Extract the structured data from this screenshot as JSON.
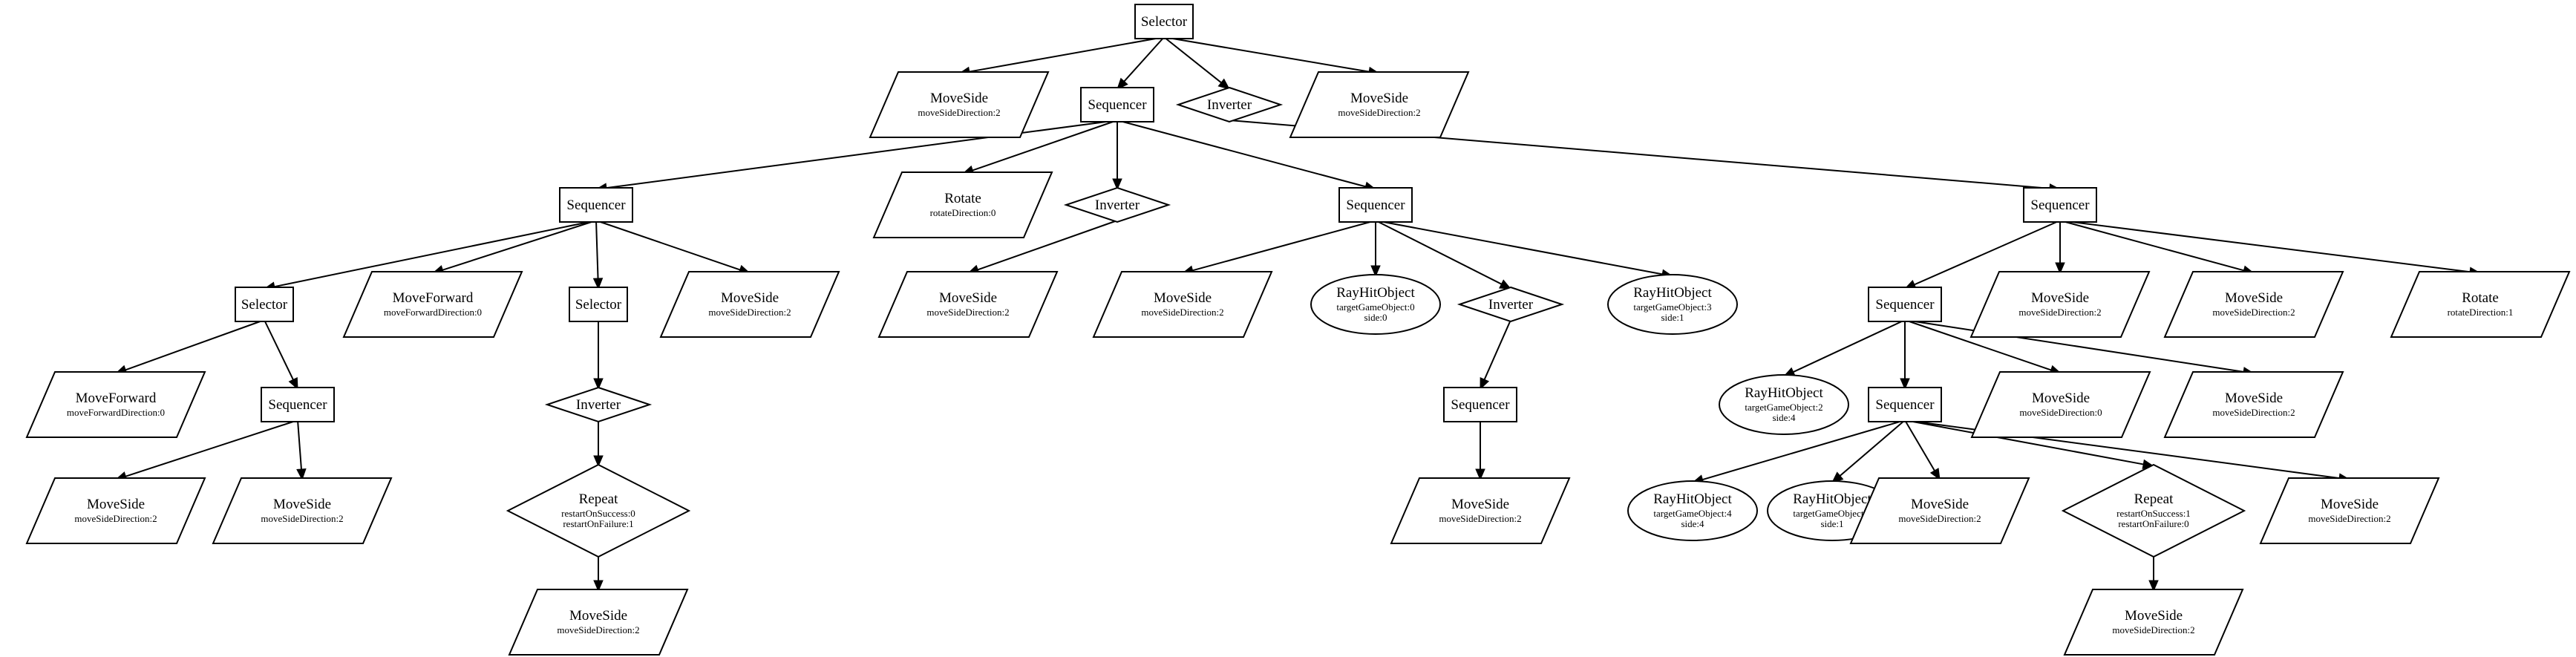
{
  "diagram": {
    "nodes": [
      {
        "id": "n1",
        "label": "Selector",
        "params": []
      },
      {
        "id": "n2",
        "label": "MoveSide",
        "params": [
          "moveSideDirection:2"
        ]
      },
      {
        "id": "n3",
        "label": "Sequencer",
        "params": []
      },
      {
        "id": "n4",
        "label": "Inverter",
        "params": []
      },
      {
        "id": "n5",
        "label": "MoveSide",
        "params": [
          "moveSideDirection:2"
        ]
      },
      {
        "id": "n6",
        "label": "Sequencer",
        "params": []
      },
      {
        "id": "n7",
        "label": "Rotate",
        "params": [
          "rotateDirection:0"
        ]
      },
      {
        "id": "n8",
        "label": "Inverter",
        "params": []
      },
      {
        "id": "n9",
        "label": "Sequencer",
        "params": []
      },
      {
        "id": "n10",
        "label": "Sequencer",
        "params": []
      },
      {
        "id": "n11",
        "label": "Selector",
        "params": []
      },
      {
        "id": "n12",
        "label": "MoveForward",
        "params": [
          "moveForwardDirection:0"
        ]
      },
      {
        "id": "n13",
        "label": "Selector",
        "params": []
      },
      {
        "id": "n14",
        "label": "MoveSide",
        "params": [
          "moveSideDirection:2"
        ]
      },
      {
        "id": "n15",
        "label": "MoveSide",
        "params": [
          "moveSideDirection:2"
        ]
      },
      {
        "id": "n16",
        "label": "MoveSide",
        "params": [
          "moveSideDirection:2"
        ]
      },
      {
        "id": "n17",
        "label": "RayHitObject",
        "params": [
          "targetGameObject:0",
          "side:0"
        ]
      },
      {
        "id": "n18",
        "label": "Inverter",
        "params": []
      },
      {
        "id": "n19",
        "label": "RayHitObject",
        "params": [
          "targetGameObject:3",
          "side:1"
        ]
      },
      {
        "id": "n20",
        "label": "Sequencer",
        "params": []
      },
      {
        "id": "n21",
        "label": "MoveSide",
        "params": [
          "moveSideDirection:2"
        ]
      },
      {
        "id": "n22",
        "label": "MoveSide",
        "params": [
          "moveSideDirection:2"
        ]
      },
      {
        "id": "n23",
        "label": "Rotate",
        "params": [
          "rotateDirection:1"
        ]
      },
      {
        "id": "n24",
        "label": "MoveForward",
        "params": [
          "moveForwardDirection:0"
        ]
      },
      {
        "id": "n25",
        "label": "Sequencer",
        "params": []
      },
      {
        "id": "n26",
        "label": "Inverter",
        "params": []
      },
      {
        "id": "n27",
        "label": "Sequencer",
        "params": []
      },
      {
        "id": "n28",
        "label": "RayHitObject",
        "params": [
          "targetGameObject:2",
          "side:4"
        ]
      },
      {
        "id": "n29",
        "label": "Sequencer",
        "params": []
      },
      {
        "id": "n30",
        "label": "MoveSide",
        "params": [
          "moveSideDirection:0"
        ]
      },
      {
        "id": "n31",
        "label": "MoveSide",
        "params": [
          "moveSideDirection:2"
        ]
      },
      {
        "id": "n32",
        "label": "MoveSide",
        "params": [
          "moveSideDirection:2"
        ]
      },
      {
        "id": "n33",
        "label": "MoveSide",
        "params": [
          "moveSideDirection:2"
        ]
      },
      {
        "id": "n34",
        "label": "Repeat",
        "params": [
          "restartOnSuccess:0",
          "restartOnFailure:1"
        ]
      },
      {
        "id": "n35",
        "label": "MoveSide",
        "params": [
          "moveSideDirection:2"
        ]
      },
      {
        "id": "n36",
        "label": "RayHitObject",
        "params": [
          "targetGameObject:4",
          "side:4"
        ]
      },
      {
        "id": "n37",
        "label": "RayHitObject",
        "params": [
          "targetGameObject:1",
          "side:1"
        ]
      },
      {
        "id": "n38",
        "label": "MoveSide",
        "params": [
          "moveSideDirection:2"
        ]
      },
      {
        "id": "n39",
        "label": "Repeat",
        "params": [
          "restartOnSuccess:1",
          "restartOnFailure:0"
        ]
      },
      {
        "id": "n40",
        "label": "MoveSide",
        "params": [
          "moveSideDirection:2"
        ]
      },
      {
        "id": "n41",
        "label": "MoveSide",
        "params": [
          "moveSideDirection:2"
        ]
      },
      {
        "id": "n42",
        "label": "MoveSide",
        "params": [
          "moveSideDirection:2"
        ]
      }
    ],
    "edges": [
      [
        "n1",
        "n2"
      ],
      [
        "n1",
        "n3"
      ],
      [
        "n1",
        "n4"
      ],
      [
        "n1",
        "n5"
      ],
      [
        "n3",
        "n6"
      ],
      [
        "n3",
        "n7"
      ],
      [
        "n3",
        "n8"
      ],
      [
        "n3",
        "n9"
      ],
      [
        "n4",
        "n10"
      ],
      [
        "n6",
        "n11"
      ],
      [
        "n6",
        "n12"
      ],
      [
        "n6",
        "n13"
      ],
      [
        "n6",
        "n14"
      ],
      [
        "n8",
        "n15"
      ],
      [
        "n9",
        "n16"
      ],
      [
        "n9",
        "n17"
      ],
      [
        "n9",
        "n18"
      ],
      [
        "n9",
        "n19"
      ],
      [
        "n10",
        "n20"
      ],
      [
        "n10",
        "n21"
      ],
      [
        "n10",
        "n22"
      ],
      [
        "n10",
        "n23"
      ],
      [
        "n11",
        "n24"
      ],
      [
        "n11",
        "n25"
      ],
      [
        "n13",
        "n26"
      ],
      [
        "n18",
        "n27"
      ],
      [
        "n20",
        "n28"
      ],
      [
        "n20",
        "n29"
      ],
      [
        "n20",
        "n30"
      ],
      [
        "n20",
        "n31"
      ],
      [
        "n25",
        "n32"
      ],
      [
        "n25",
        "n33"
      ],
      [
        "n26",
        "n34"
      ],
      [
        "n27",
        "n35"
      ],
      [
        "n29",
        "n36"
      ],
      [
        "n29",
        "n37"
      ],
      [
        "n29",
        "n38"
      ],
      [
        "n29",
        "n39"
      ],
      [
        "n29",
        "n40"
      ],
      [
        "n34",
        "n41"
      ],
      [
        "n39",
        "n42"
      ]
    ]
  }
}
